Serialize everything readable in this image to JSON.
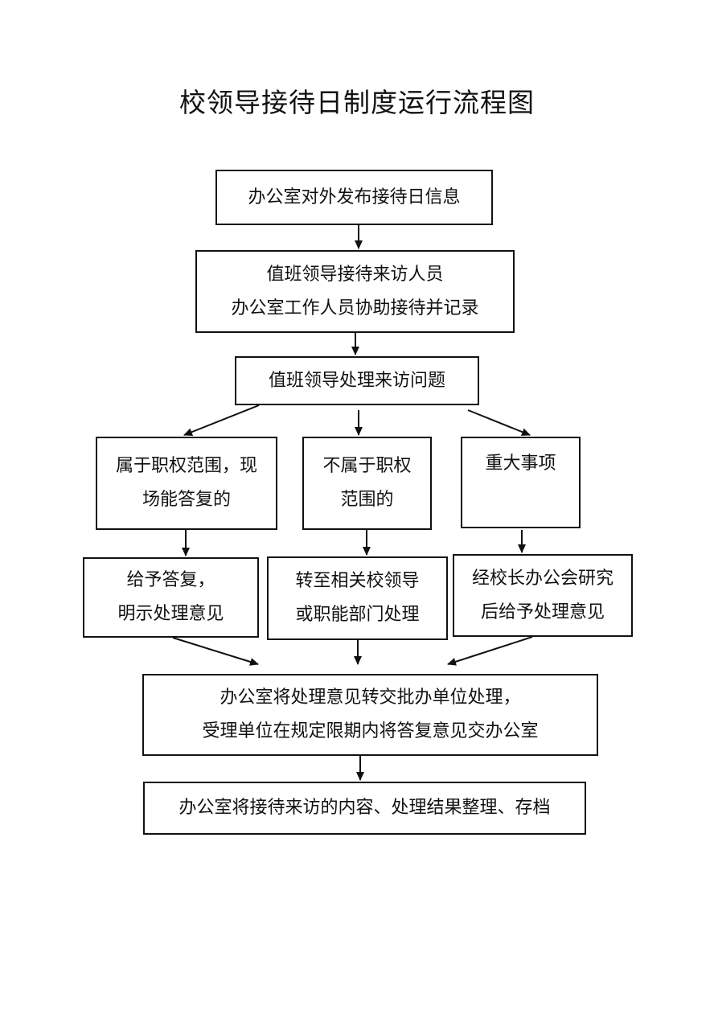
{
  "title": "校领导接待日制度运行流程图",
  "steps": {
    "publish": {
      "lines": [
        "办公室对外发布接待日信息"
      ]
    },
    "reception": {
      "lines": [
        "值班领导接待来访人员",
        "办公室工作人员协助接待并记录"
      ]
    },
    "handle": {
      "lines": [
        "值班领导处理来访问题"
      ]
    },
    "branch_in_scope": {
      "lines": [
        "属于职权范围，现",
        "场能答复的"
      ]
    },
    "branch_out_scope": {
      "lines": [
        "不属于职权",
        "范围的"
      ]
    },
    "branch_major": {
      "lines": [
        "重大事项"
      ]
    },
    "result_in_scope": {
      "lines": [
        "给予答复，",
        "明示处理意见"
      ]
    },
    "result_out_scope": {
      "lines": [
        "转至相关校领导",
        "或职能部门处理"
      ]
    },
    "result_major": {
      "lines": [
        "经校长办公会研究",
        "后给予处理意见"
      ]
    },
    "forward": {
      "lines": [
        "办公室将处理意见转交批办单位处理，",
        "受理单位在规定限期内将答复意见交办公室"
      ]
    },
    "archive": {
      "lines": [
        "办公室将接待来访的内容、处理结果整理、存档"
      ]
    }
  }
}
